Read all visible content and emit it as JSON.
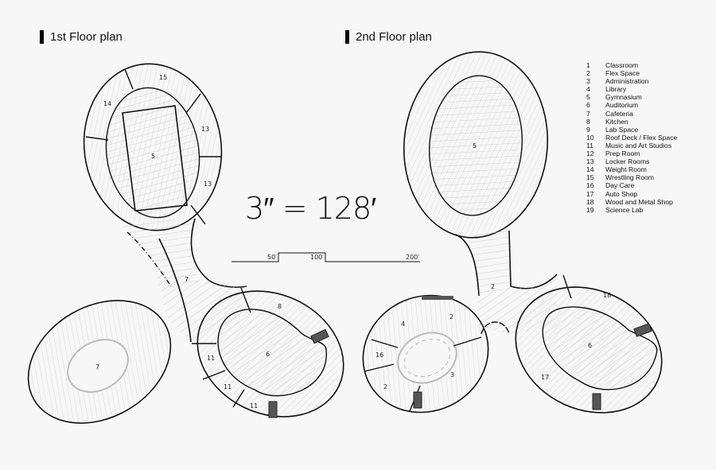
{
  "titles": {
    "floor1": "1st Floor plan",
    "floor2": "2nd Floor plan"
  },
  "scale": {
    "ratio_text": "3″ = 128′",
    "ticks": [
      "50′",
      "100′",
      "200′"
    ]
  },
  "legend": [
    {
      "num": "1",
      "label": "Classroom"
    },
    {
      "num": "2",
      "label": "Flex Space"
    },
    {
      "num": "3",
      "label": "Administration"
    },
    {
      "num": "4",
      "label": "Library"
    },
    {
      "num": "5",
      "label": "Gymnasium"
    },
    {
      "num": "6",
      "label": "Auditorium"
    },
    {
      "num": "7",
      "label": "Cafeteria"
    },
    {
      "num": "8",
      "label": "Kitchen"
    },
    {
      "num": "9",
      "label": "Lab Space"
    },
    {
      "num": "10",
      "label": "Roof Deck / Flex Space"
    },
    {
      "num": "11",
      "label": "Music and Art Studios"
    },
    {
      "num": "12",
      "label": "Prep Room"
    },
    {
      "num": "13",
      "label": "Locker Rooms"
    },
    {
      "num": "14",
      "label": "Weight Room"
    },
    {
      "num": "15",
      "label": "Wrestling Room"
    },
    {
      "num": "16",
      "label": "Day Care"
    },
    {
      "num": "17",
      "label": "Auto Shop"
    },
    {
      "num": "18",
      "label": "Wood and Metal Shop"
    },
    {
      "num": "19",
      "label": "Science Lab"
    }
  ],
  "floor1_rooms": [
    "15",
    "14",
    "13",
    "13",
    "5",
    "7",
    "7",
    "8",
    "6",
    "11",
    "11",
    "11"
  ],
  "floor2_rooms": [
    "5",
    "2",
    "2",
    "4",
    "16",
    "2",
    "3",
    "18",
    "6",
    "17"
  ],
  "colors": {
    "line": "#111111",
    "hatch": "#bdbdbd",
    "background": "#f7f7f7",
    "stair": "#555555"
  }
}
